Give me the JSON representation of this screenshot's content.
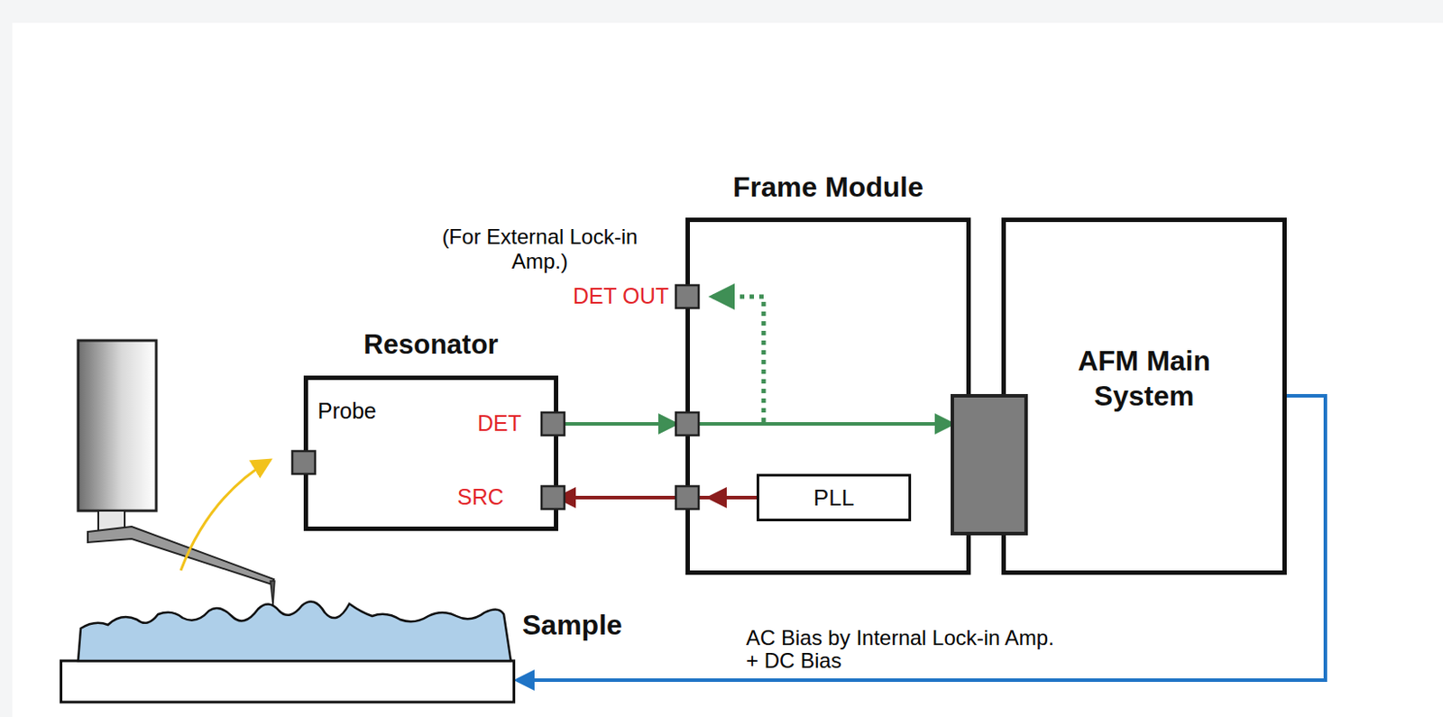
{
  "diagram": {
    "nodes": [
      {
        "text": [
          "Frame Module"
        ]
      },
      {
        "text": [
          "PLL"
        ],
        "in": 0
      },
      {
        "text": [
          "Resonator"
        ]
      },
      {
        "text": [
          "AFM Main System"
        ]
      },
      {
        "text": [
          "Sample"
        ]
      }
    ],
    "edges": [
      {
        "from": 2,
        "to": 3,
        "arrow": "to"
      },
      {
        "from": 1,
        "to": 2,
        "arrow": "to"
      },
      {
        "from": 3,
        "to": 4,
        "label": "AC Bias by Internal Lock-in Amp. + DC Bias",
        "arrow": "to"
      }
    ],
    "labels": [
      "(For External Lock-in Amp.)",
      "DET OUT",
      "Probe",
      "DET",
      "SRC"
    ]
  }
}
